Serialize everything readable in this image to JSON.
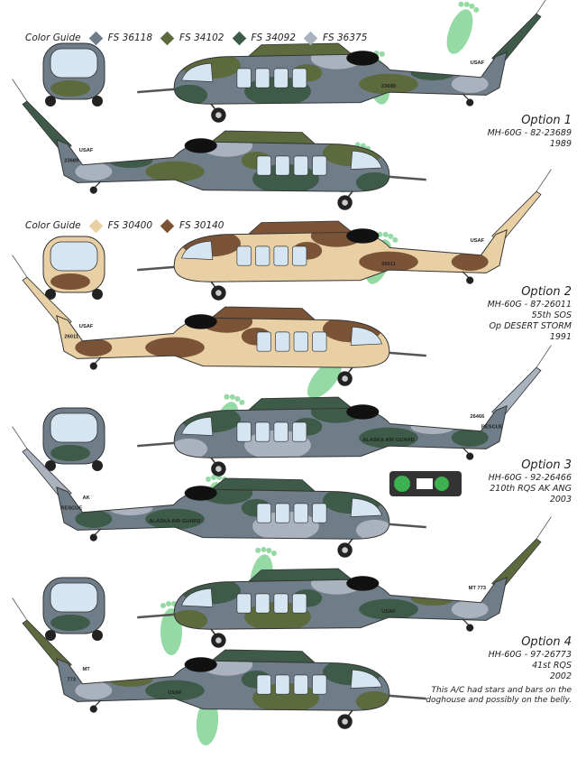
{
  "guides": [
    {
      "label": "Color Guide",
      "colors": [
        {
          "fs": "FS 36118",
          "hex": "#6f7d88"
        },
        {
          "fs": "FS 34102",
          "hex": "#5d6a3e"
        },
        {
          "fs": "FS 34092",
          "hex": "#3e5a48"
        },
        {
          "fs": "FS 36375",
          "hex": "#a9b2bd"
        }
      ]
    },
    {
      "label": "Color Guide",
      "colors": [
        {
          "fs": "FS 30400",
          "hex": "#e8cfa4"
        },
        {
          "fs": "FS 30140",
          "hex": "#7b5437"
        }
      ]
    }
  ],
  "options": [
    {
      "title": "Option 1",
      "lines": [
        "MH-60G - 82-23689",
        "1989"
      ],
      "markings": [
        "USAF",
        "23689"
      ]
    },
    {
      "title": "Option 2",
      "lines": [
        "MH-60G - 87-26011",
        "55th SOS",
        "Op DESERT STORM",
        "1991"
      ],
      "markings": [
        "USAF",
        "26011"
      ]
    },
    {
      "title": "Option 3",
      "lines": [
        "HH-60G - 92-26466",
        "210th RQS AK ANG",
        "2003"
      ],
      "markings": [
        "RESCUE",
        "ALASKA AIR GUARD",
        "AK",
        "26466"
      ]
    },
    {
      "title": "Option 4",
      "lines": [
        "HH-60G - 97-26773",
        "41st RQS",
        "2002"
      ],
      "markings": [
        "USAF",
        "MT",
        "773"
      ]
    }
  ],
  "note": [
    "This A/C had stars and bars on the",
    "doghouse and possibly on the belly."
  ],
  "footprint_color": "#4fc36a"
}
